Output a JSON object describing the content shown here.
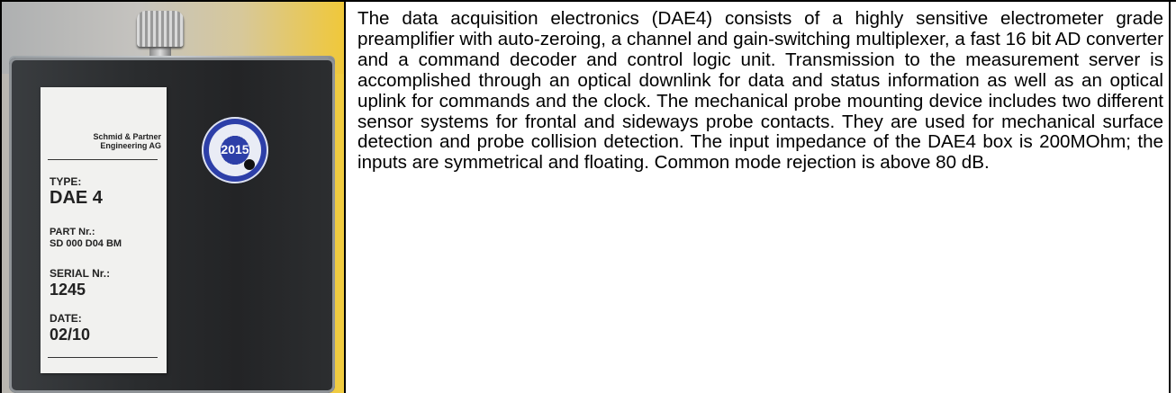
{
  "photo": {
    "label": {
      "company": "Schmid & Partner Engineering AG",
      "type_key": "TYPE:",
      "type_value": "DAE 4",
      "part_key": "PART Nr.:",
      "part_value": "SD 000 D04 BM",
      "serial_key": "SERIAL Nr.:",
      "serial_value": "1245",
      "date_key": "DATE:",
      "date_value": "02/10"
    },
    "sticker_year": "2015"
  },
  "description": "The data acquisition electronics (DAE4) consists of a highly sensitive electrometer grade preamplifier with auto-zeroing, a channel and gain-switching multiplexer, a fast 16 bit AD converter and a command decoder and control logic unit. Transmission to the measurement server is accomplished through an optical downlink for data and status information as well as an optical uplink for commands and the clock. The mechanical probe mounting device includes two different sensor systems for frontal and sideways probe contacts. They are used for mechanical surface detection and probe collision detection.  The input impedance of the DAE4 box is 200MOhm; the inputs are symmetrical and floating. Common mode rejection is above 80 dB."
}
